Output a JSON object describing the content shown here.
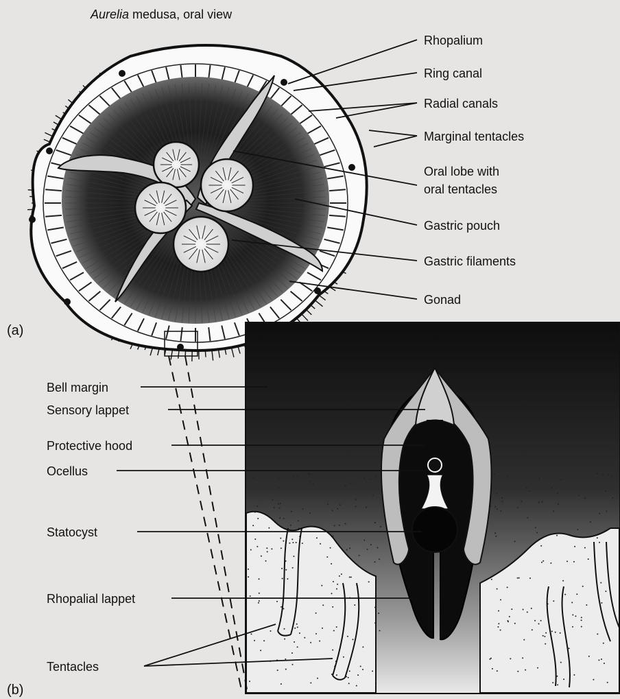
{
  "figure": {
    "title_italic": "Aurelia",
    "title_rest": " medusa, oral view",
    "panel_a": "(a)",
    "panel_b": "(b)"
  },
  "labels_a": [
    "Rhopalium",
    "Ring canal",
    "Radial canals",
    "Marginal tentacles",
    "Oral lobe with",
    "oral tentacles",
    "Gastric pouch",
    "Gastric filaments",
    "Gonad"
  ],
  "labels_b": [
    "Bell margin",
    "Sensory lappet",
    "Protective hood",
    "Ocellus",
    "Statocyst",
    "Rhopalial lappet",
    "Tentacles"
  ]
}
